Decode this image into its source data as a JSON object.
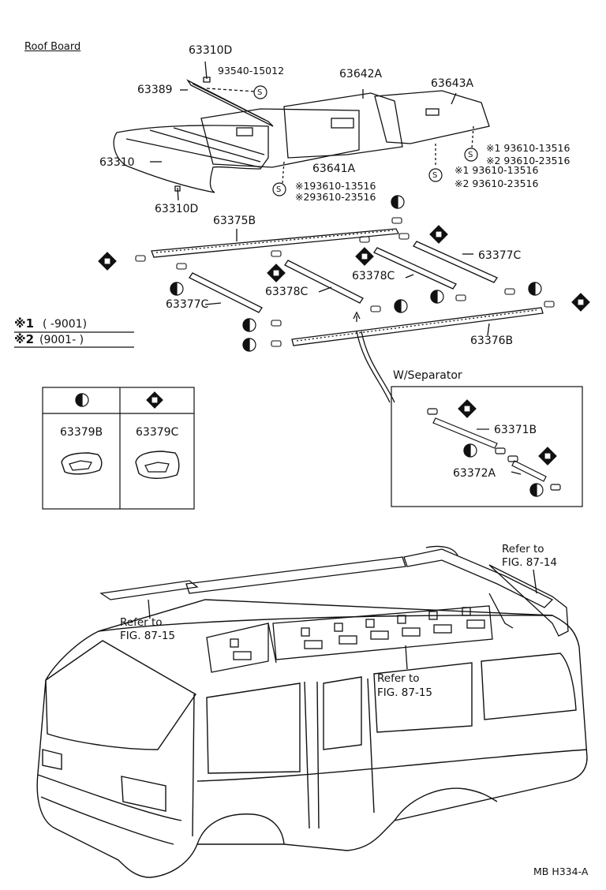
{
  "title": "Roof Board",
  "parts": {
    "p63310D_top": "63310D",
    "p93540": "93540-15012",
    "p63642A": "63642A",
    "p63643A": "63643A",
    "p63389": "63389",
    "p63310": "63310",
    "p63641A": "63641A",
    "p63310D_bottom": "63310D",
    "p63375B": "63375B",
    "p63377C_r": "63377C",
    "p63378C_r": "63378C",
    "p63378C_l": "63378C",
    "p63377C_l": "63377C",
    "p63376B": "63376B",
    "p63379B": "63379B",
    "p63379C": "63379C",
    "p63371B": "63371B",
    "p63372A": "63372A"
  },
  "screws": {
    "right_top_1": "※1 93610-13516",
    "right_top_2": "※2 93610-23516",
    "right_mid_1": "※1 93610-13516",
    "right_mid_2": "※2 93610-23516",
    "left_1": "※193610-13516",
    "left_2": "※293610-23516",
    "s": "S"
  },
  "notes": {
    "n1_mark": "※1",
    "n1_text": "(        -9001)",
    "n2_mark": "※2",
    "n2_text": "(9001-          )"
  },
  "separator": {
    "title": "W/Separator"
  },
  "refs": {
    "ref_left_a": "Refer to",
    "ref_left_b": "FIG. 87-15",
    "ref_mid_a": "Refer to",
    "ref_mid_b": "FIG. 87-15",
    "ref_right_a": "Refer to",
    "ref_right_b": "FIG. 87-14"
  },
  "code": "MB H334-A"
}
